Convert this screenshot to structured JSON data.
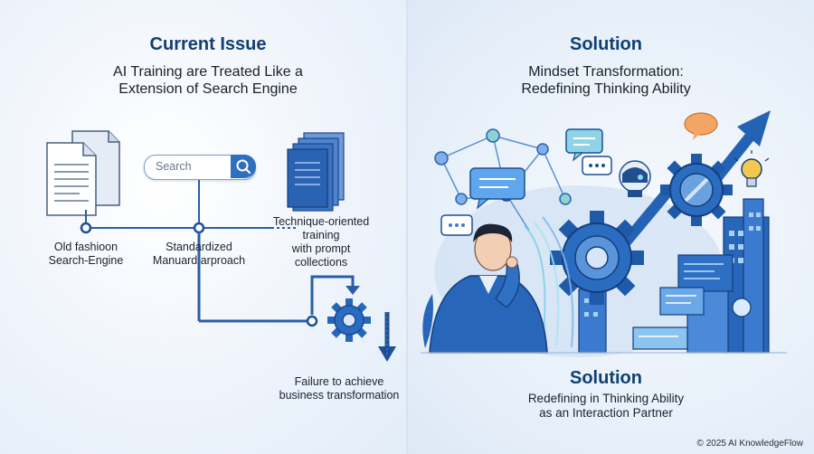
{
  "left": {
    "title": "Current Issue",
    "subtitle_line1": "AI Training are Treated Like a",
    "subtitle_line2": "Extension of Search Engine",
    "search_placeholder": "Search",
    "nodes": [
      {
        "line1": "Old fashioon",
        "line2": "Search-Engine"
      },
      {
        "line1": "Standardized",
        "line2": "Manuard arproach"
      },
      {
        "line1": "Technique-oriented",
        "line2": "training",
        "line3": "with prompt",
        "line4": "collections"
      }
    ],
    "failure_line1": "Failure to achieve",
    "failure_line2": "business transformation"
  },
  "right": {
    "title": "Solution",
    "subtitle_line1": "Mindset Transformation:",
    "subtitle_line2": "Redefining Thinking Ability",
    "bottom_title": "Solution",
    "bottom_line1": "Redefining in Thinking Ability",
    "bottom_line2": "as an Interaction Partner"
  },
  "copyright": "© 2025 AI KnowledgeFlow",
  "colors": {
    "title_blue": "#123f72",
    "accent_blue": "#2f6fc0",
    "dark_blue": "#1a4f96",
    "arrow_blue": "#2462b3",
    "gear_blue": "#1f5aa8",
    "orange_bubble": "#f3a566",
    "bulb_yellow": "#f2c94c"
  }
}
